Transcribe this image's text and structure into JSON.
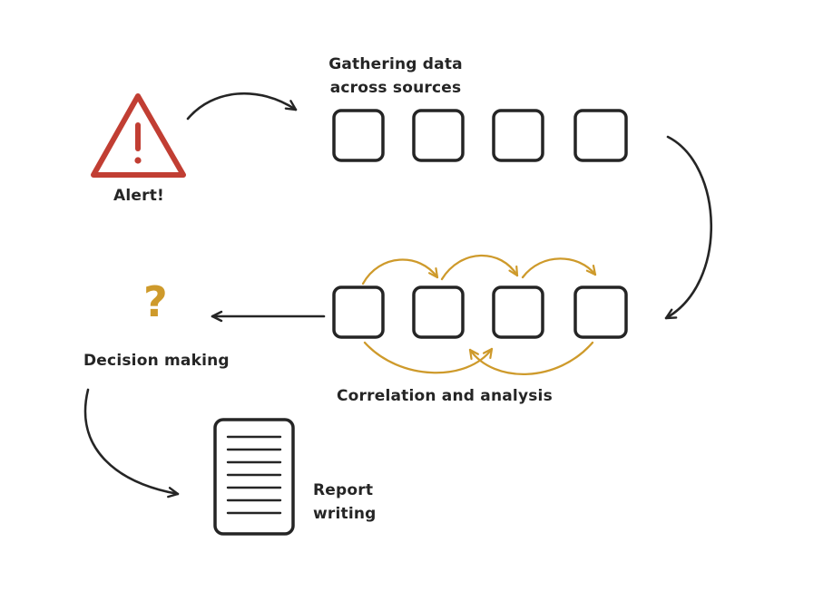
{
  "diagram": {
    "alert": {
      "label": "Alert!",
      "icon": "warning-triangle"
    },
    "gathering": {
      "label": "Gathering data across sources",
      "box_count": 4
    },
    "correlation": {
      "label": "Correlation and analysis",
      "box_count": 4
    },
    "decision": {
      "label": "Decision making",
      "symbol": "?"
    },
    "report": {
      "label": "Report writing",
      "icon": "document"
    },
    "colors": {
      "ink": "#252525",
      "alert_red": "#C13E33",
      "correlation_orange": "#CE9A2B"
    }
  }
}
